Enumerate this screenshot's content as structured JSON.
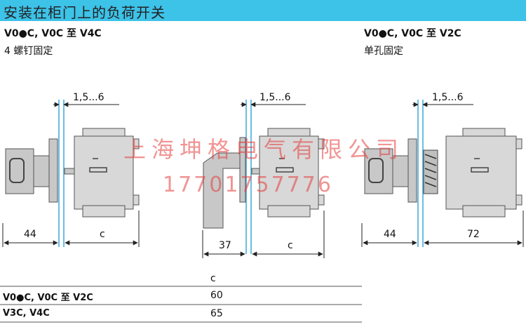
{
  "header": {
    "title": "安装在柜门上的负荷开关",
    "color": "#3dc2e8"
  },
  "left_block": {
    "models": "V0●C, V0C 至 V4C",
    "mounting": "4 螺钉固定"
  },
  "right_block": {
    "models": "V0●C, V0C 至 V2C",
    "mounting": "单孔固定"
  },
  "dimensions": {
    "door_thickness_1": "1,5...6",
    "door_thickness_2": "1,5...6",
    "door_thickness_3": "1,5...6",
    "d1_front": "44",
    "d1_body": "c",
    "d2_handle": "37",
    "d2_body": "c",
    "d3_front": "44",
    "d3_body": "72"
  },
  "table": {
    "header_c": "c",
    "rows": [
      {
        "label": "V0●C, V0C 至 V2C",
        "value": "60"
      },
      {
        "label": "V3C, V4C",
        "value": "65"
      }
    ]
  },
  "watermark": {
    "line1": "上海坤格电气有限公司",
    "line2": "17701757776",
    "color": "#e63c3c"
  }
}
